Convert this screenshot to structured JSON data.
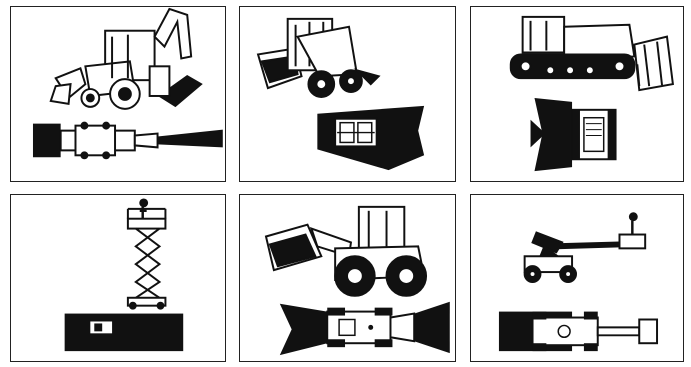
{
  "page": {
    "background": "#ffffff",
    "ink": "#111111",
    "border": "#222222"
  },
  "panels": [
    {
      "machine": "backhoe-loader",
      "view": "side-and-blind-spot-plan"
    },
    {
      "machine": "skid-steer-loader",
      "view": "side-and-blind-spot-plan"
    },
    {
      "machine": "crawler-dozer",
      "view": "side-and-blind-spot-plan"
    },
    {
      "machine": "scissor-lift",
      "view": "side-and-blind-spot-plan"
    },
    {
      "machine": "wheel-loader",
      "view": "side-and-blind-spot-plan"
    },
    {
      "machine": "boom-lift",
      "view": "side-and-blind-spot-plan"
    }
  ]
}
